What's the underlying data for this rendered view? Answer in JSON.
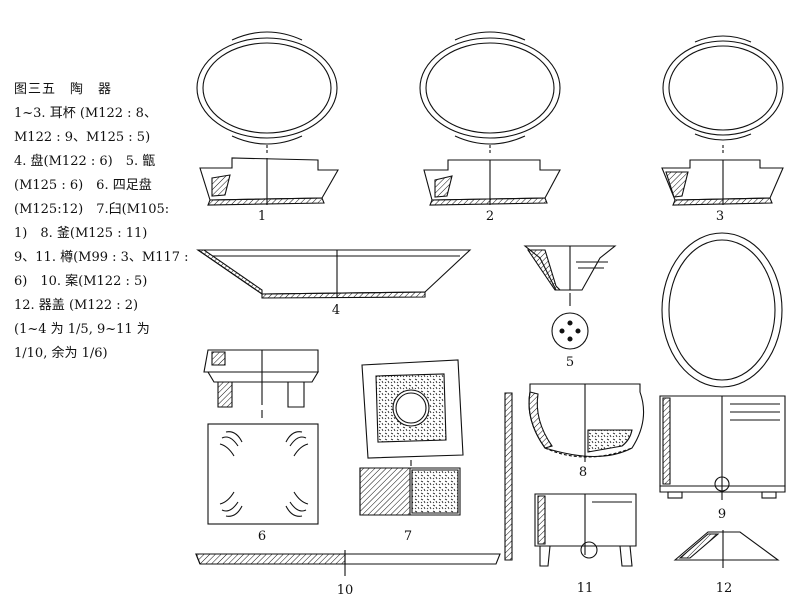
{
  "caption": {
    "title": "图三五　陶　器",
    "lines": [
      "1~3. 耳杯 (M122 : 8、",
      "M122 : 9、M125 : 5)",
      "4. 盘(M122 : 6)　5. 甑",
      "(M125 : 6)　6. 四足盘",
      "(M125:12)　7.臼(M105:",
      "1)　8. 釜(M125 : 11)",
      "9、11. 樽(M99 : 3、M117 :",
      "6)　10. 案(M122 : 5)",
      "12. 器盖 (M122 : 2)",
      "(1~4 为 1/5, 9~11 为",
      "1/10, 余为 1/6)"
    ]
  },
  "figures": [
    {
      "id": "fig-1",
      "label": "1"
    },
    {
      "id": "fig-2",
      "label": "2"
    },
    {
      "id": "fig-3",
      "label": "3"
    },
    {
      "id": "fig-4",
      "label": "4"
    },
    {
      "id": "fig-5",
      "label": "5"
    },
    {
      "id": "fig-6",
      "label": "6"
    },
    {
      "id": "fig-7",
      "label": "7"
    },
    {
      "id": "fig-8",
      "label": "8"
    },
    {
      "id": "fig-9",
      "label": "9"
    },
    {
      "id": "fig-10",
      "label": "10"
    },
    {
      "id": "fig-11",
      "label": "11"
    },
    {
      "id": "fig-12",
      "label": "12"
    }
  ]
}
